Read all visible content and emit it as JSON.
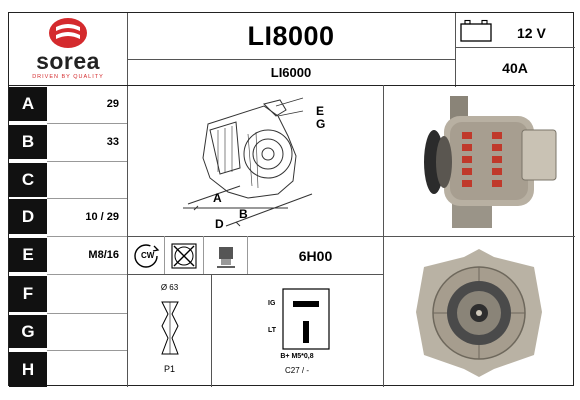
{
  "brand": {
    "name": "sorea",
    "tagline": "DRIVEN BY QUALITY",
    "color": "#d42a2d"
  },
  "part": {
    "number": "LI8000",
    "alt_number": "LI6000"
  },
  "specs": {
    "voltage": "12 V",
    "amperage": "40A"
  },
  "rows": [
    {
      "letter": "A",
      "value": "29"
    },
    {
      "letter": "B",
      "value": "33"
    },
    {
      "letter": "C",
      "value": ""
    },
    {
      "letter": "D",
      "value": "10 / 29"
    },
    {
      "letter": "E",
      "value": "M8/16"
    },
    {
      "letter": "F",
      "value": ""
    },
    {
      "letter": "G",
      "value": ""
    },
    {
      "letter": "H",
      "value": ""
    }
  ],
  "diagram_labels": {
    "a": "A",
    "b": "B",
    "d": "D",
    "e": "E",
    "g": "G"
  },
  "rotation": {
    "label": "CW"
  },
  "clock": "6H00",
  "pulley": {
    "diameter": "Ø 63",
    "type": "P1"
  },
  "connector": {
    "ig": "IG",
    "lt": "LT",
    "terminal": "B+ M5*0,8",
    "code": "C27 / -"
  }
}
